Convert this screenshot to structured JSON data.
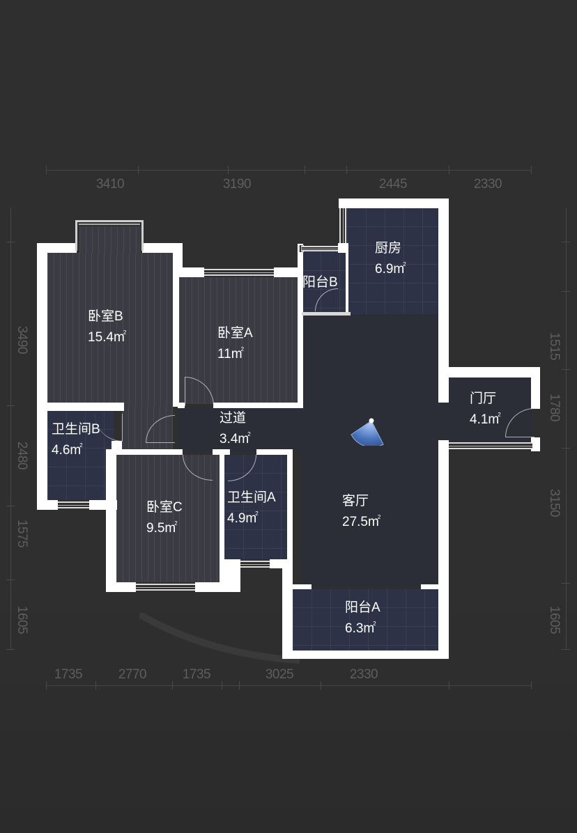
{
  "floorplan": {
    "background_color": "#2f2f2f",
    "wall_color": "#ffffff",
    "dimensions": {
      "top": [
        "3410",
        "3190",
        "2445",
        "2330"
      ],
      "bottom": [
        "1735",
        "2770",
        "1735",
        "3025",
        "2330"
      ],
      "left": [
        "3490",
        "2480",
        "1575",
        "1605"
      ],
      "right": [
        "1515",
        "1780",
        "3150",
        "1605"
      ]
    },
    "rooms": [
      {
        "name": "卧室B",
        "area": "15.4m",
        "unit_sup": "2",
        "floor": "wood"
      },
      {
        "name": "卧室A",
        "area": "11m",
        "unit_sup": "2",
        "floor": "wood"
      },
      {
        "name": "阳台B",
        "area": "",
        "unit_sup": "",
        "floor": "tile"
      },
      {
        "name": "厨房",
        "area": "6.9m",
        "unit_sup": "2",
        "floor": "tile"
      },
      {
        "name": "门厅",
        "area": "4.1m",
        "unit_sup": "2",
        "floor": "plain"
      },
      {
        "name": "过道",
        "area": "3.4m",
        "unit_sup": "2",
        "floor": "plain"
      },
      {
        "name": "卫生间B",
        "area": "4.6m",
        "unit_sup": "2",
        "floor": "tile"
      },
      {
        "name": "卧室C",
        "area": "9.5m",
        "unit_sup": "2",
        "floor": "wood"
      },
      {
        "name": "卫生间A",
        "area": "4.9m",
        "unit_sup": "2",
        "floor": "tile"
      },
      {
        "name": "客厅",
        "area": "27.5m",
        "unit_sup": "2",
        "floor": "plain"
      },
      {
        "name": "阳台A",
        "area": "6.3m",
        "unit_sup": "2",
        "floor": "tile"
      }
    ],
    "camera_marker": {
      "icon": "view-cone-icon",
      "color": "#6f9fe0"
    }
  }
}
